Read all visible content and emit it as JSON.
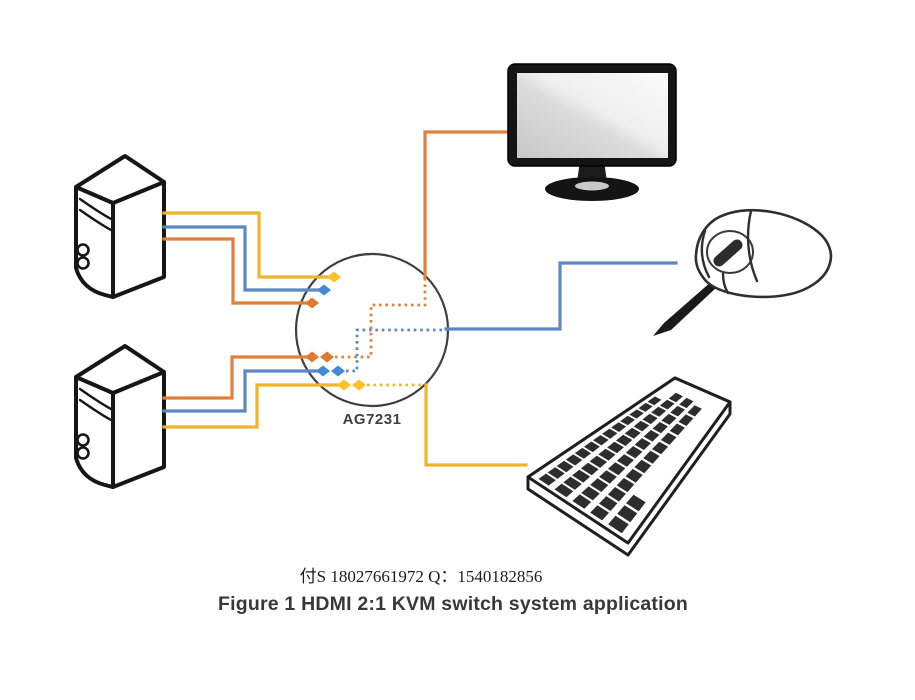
{
  "figure": {
    "caption": "Figure 1 HDMI 2:1 KVM switch system application",
    "watermark": "付S 18027661972  Q：1540182856",
    "switch_label": "AG7231"
  },
  "colors": {
    "orange": "#E0813B",
    "orange_diamond": "#E0782F",
    "blue": "#5C88C5",
    "blue_diamond": "#4489D6",
    "yellow": "#F2B32B",
    "yellow_diamond": "#FFC226"
  }
}
